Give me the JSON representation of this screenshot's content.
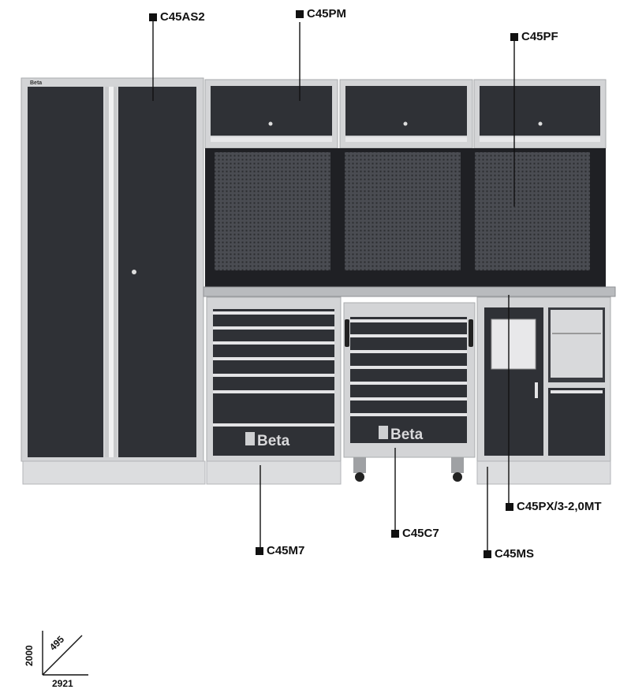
{
  "brand": "Beta",
  "labels": {
    "tall_cabinet": "C45AS2",
    "wall_cabinet": "C45PM",
    "tool_panel": "C45PF",
    "drawer_cabinet": "C45M7",
    "roller_cabinet": "C45C7",
    "worktop": "C45PX/3-2,0MT",
    "multi_cabinet": "C45MS"
  },
  "dimensions": {
    "height": "2000",
    "depth": "495",
    "width": "2921"
  },
  "colors": {
    "frame": "#cfd0d2",
    "panel": "#2f3136",
    "handle": "#e4e4e6",
    "worktop": "#b9bbbe"
  }
}
